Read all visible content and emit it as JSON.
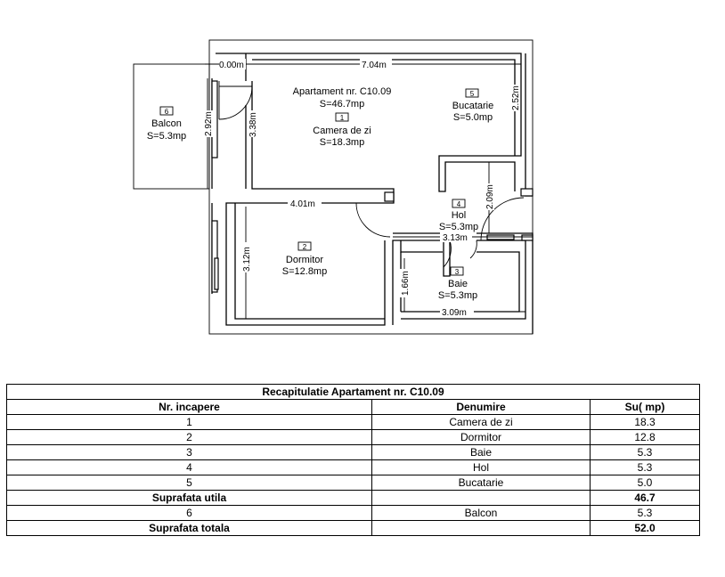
{
  "plan": {
    "apartment_title": "Apartament nr. C10.09",
    "apartment_area": "S=46.7mp",
    "rooms": [
      {
        "num": "1",
        "name": "Camera de zi",
        "area": "S=18.3mp"
      },
      {
        "num": "2",
        "name": "Dormitor",
        "area": "S=12.8mp"
      },
      {
        "num": "3",
        "name": "Baie",
        "area": "S=5.3mp"
      },
      {
        "num": "4",
        "name": "Hol",
        "area": "S=5.3mp"
      },
      {
        "num": "5",
        "name": "Bucatarie",
        "area": "S=5.0mp"
      },
      {
        "num": "6",
        "name": "Balcon",
        "area": "S=5.3mp"
      }
    ],
    "dims": {
      "d000": "0.00m",
      "d704": "7.04m",
      "d338": "3.38m",
      "d292": "2.92m",
      "d252": "2.52m",
      "d401": "4.01m",
      "d209": "2.09m",
      "d313": "3.13m",
      "d312": "3.12m",
      "d166": "1.66m",
      "d309": "3.09m"
    }
  },
  "table": {
    "title": "Recapitulatie Apartament nr. C10.09",
    "headers": [
      "Nr. incapere",
      "Denumire",
      "Su( mp)"
    ],
    "rows": [
      {
        "nr": "1",
        "name": "Camera de zi",
        "su": "18.3"
      },
      {
        "nr": "2",
        "name": "Dormitor",
        "su": "12.8"
      },
      {
        "nr": "3",
        "name": "Baie",
        "su": "5.3"
      },
      {
        "nr": "4",
        "name": "Hol",
        "su": "5.3"
      },
      {
        "nr": "5",
        "name": "Bucatarie",
        "su": "5.0"
      }
    ],
    "util_label": "Suprafata utila",
    "util_value": "46.7",
    "balcon_row": {
      "nr": "6",
      "name": "Balcon",
      "su": "5.3"
    },
    "total_label": "Suprafata totala",
    "total_value": "52.0"
  }
}
